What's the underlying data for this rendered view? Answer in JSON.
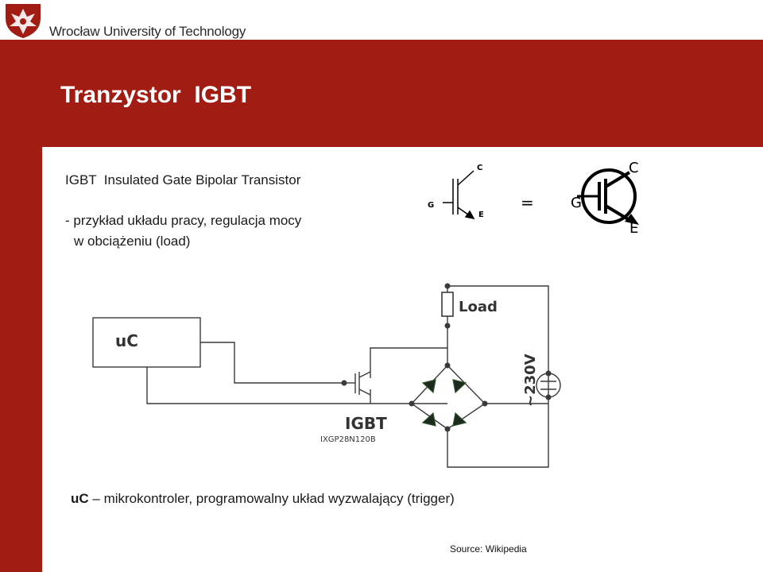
{
  "header": {
    "university": "Wrocław University of Technology"
  },
  "slide": {
    "title": "Tranzystor  IGBT",
    "intro": "IGBT  Insulated Gate Bipolar Transistor",
    "bullet_line1": "- przykład układu pracy, regulacja mocy",
    "bullet_line2": "w obciążeniu (load)",
    "footnote_term": "uC",
    "footnote_text": " – mikrokontroler, programowalny układ wyzwalający (trigger)",
    "source": "Source: Wikipedia"
  },
  "symbols": {
    "left": {
      "c": "C",
      "g": "G",
      "e": "E"
    },
    "equals": "=",
    "right": {
      "c": "C",
      "g": "G",
      "e": "E"
    }
  },
  "circuit": {
    "uc_label": "uC",
    "load_label": "Load",
    "igbt_label": "IGBT",
    "igbt_part": "IXGP28N120B",
    "voltage_label": "~230V"
  },
  "colors": {
    "brand_red": "#a11c12",
    "diode_edge": "#2a4f2a"
  }
}
